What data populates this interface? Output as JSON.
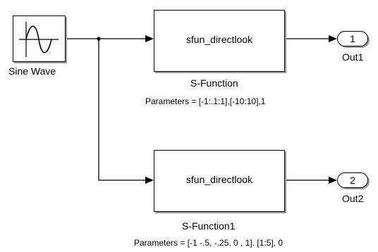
{
  "diagram": {
    "blocks": {
      "sine_wave": {
        "label": "Sine Wave",
        "icon": "sine-wave-icon"
      },
      "sfun1": {
        "function_name": "sfun_directlook",
        "name": "S-Function",
        "parameters": "Parameters = [-1:.1:1],[-10:10],1"
      },
      "sfun2": {
        "function_name": "sfun_directlook",
        "name": "S-Function1",
        "parameters": "Parameters = [-1 -.5, -.25, 0 ,  1]. [1:5], 0"
      },
      "out1": {
        "port_number": "1",
        "name": "Out1"
      },
      "out2": {
        "port_number": "2",
        "name": "Out2"
      }
    },
    "colors": {
      "line": "#000000",
      "block_border": "#000000",
      "block_shadow": "#9a9a9a",
      "background": "#ffffff"
    }
  }
}
